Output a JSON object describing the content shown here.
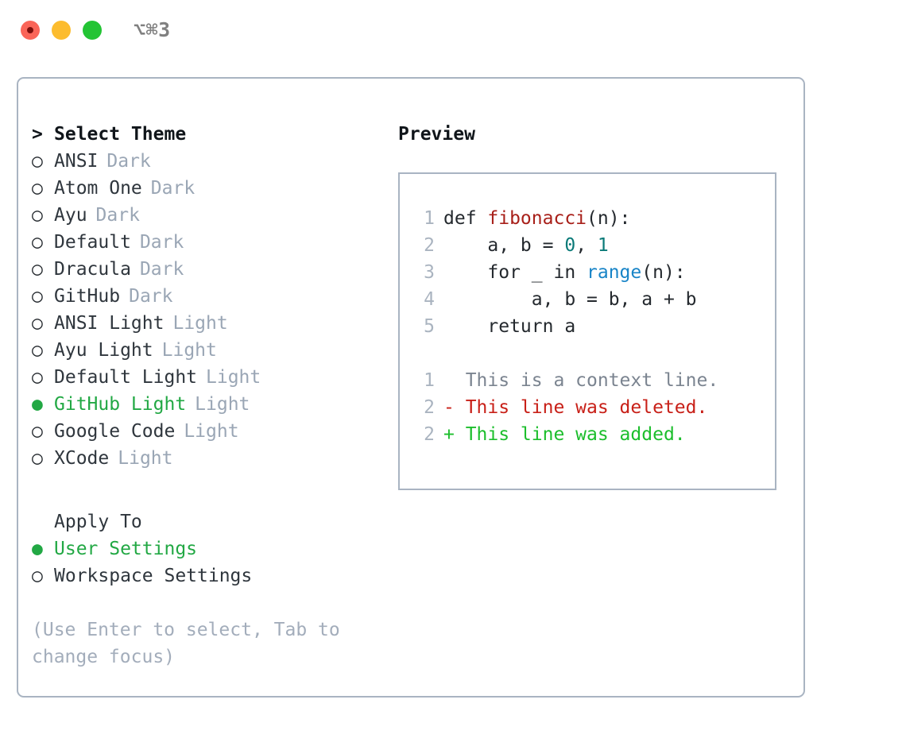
{
  "titlebar": {
    "shortcut": "⌥⌘3",
    "buttons": {
      "close_label": "",
      "minimize_label": "",
      "zoom_label": ""
    }
  },
  "theme_selector": {
    "heading_marker": ">",
    "heading": "Select Theme",
    "unselected_marker": "○",
    "selected_marker": "●",
    "items": [
      {
        "marker": "○",
        "label": "ANSI",
        "badge": "Dark",
        "selected": false
      },
      {
        "marker": "○",
        "label": "Atom One",
        "badge": "Dark",
        "selected": false
      },
      {
        "marker": "○",
        "label": "Ayu",
        "badge": "Dark",
        "selected": false
      },
      {
        "marker": "○",
        "label": "Default",
        "badge": "Dark",
        "selected": false
      },
      {
        "marker": "○",
        "label": "Dracula",
        "badge": "Dark",
        "selected": false
      },
      {
        "marker": "○",
        "label": "GitHub",
        "badge": "Dark",
        "selected": false
      },
      {
        "marker": "○",
        "label": "ANSI Light",
        "badge": "Light",
        "selected": false
      },
      {
        "marker": "○",
        "label": "Ayu Light",
        "badge": "Light",
        "selected": false
      },
      {
        "marker": "○",
        "label": "Default Light",
        "badge": "Light",
        "selected": false
      },
      {
        "marker": "●",
        "label": "GitHub Light",
        "badge": "Light",
        "selected": true
      },
      {
        "marker": "○",
        "label": "Google Code",
        "badge": "Light",
        "selected": false
      },
      {
        "marker": "○",
        "label": "XCode",
        "badge": "Light",
        "selected": false
      }
    ]
  },
  "apply_to": {
    "title": "Apply To",
    "items": [
      {
        "marker": "●",
        "label": "User Settings",
        "selected": true
      },
      {
        "marker": "○",
        "label": "Workspace Settings",
        "selected": false
      }
    ]
  },
  "hint": "(Use Enter to select, Tab to change focus)",
  "preview": {
    "title": "Preview",
    "code_lines": [
      {
        "no": "1",
        "segments": [
          {
            "text": "def ",
            "cls": ""
          },
          {
            "text": "fibonacci",
            "cls": "tok-fn"
          },
          {
            "text": "(n):",
            "cls": ""
          }
        ]
      },
      {
        "no": "2",
        "segments": [
          {
            "text": "    a, b = ",
            "cls": ""
          },
          {
            "text": "0",
            "cls": "tok-num"
          },
          {
            "text": ", ",
            "cls": ""
          },
          {
            "text": "1",
            "cls": "tok-num"
          }
        ]
      },
      {
        "no": "3",
        "segments": [
          {
            "text": "    for _ in ",
            "cls": ""
          },
          {
            "text": "range",
            "cls": "tok-call"
          },
          {
            "text": "(n):",
            "cls": ""
          }
        ]
      },
      {
        "no": "4",
        "segments": [
          {
            "text": "        a, b = b, a + b",
            "cls": ""
          }
        ]
      },
      {
        "no": "5",
        "segments": [
          {
            "text": "    return a",
            "cls": ""
          }
        ]
      }
    ],
    "diff_lines": [
      {
        "no": "1",
        "text": "  This is a context line.",
        "kind": "diff-ctx"
      },
      {
        "no": "2",
        "text": "- This line was deleted.",
        "kind": "diff-del"
      },
      {
        "no": "2",
        "text": "+ This line was added.",
        "kind": "diff-add"
      }
    ]
  },
  "colors": {
    "accent_green": "#22a844",
    "border": "#a9b4c2",
    "badge_gray": "#9aa6b5",
    "hint_gray": "#a3adbb",
    "diff_add": "#1cbe2c",
    "diff_del": "#c82018",
    "token_function": "#a8201a",
    "token_number": "#0a7a78",
    "token_call": "#1884c7"
  }
}
